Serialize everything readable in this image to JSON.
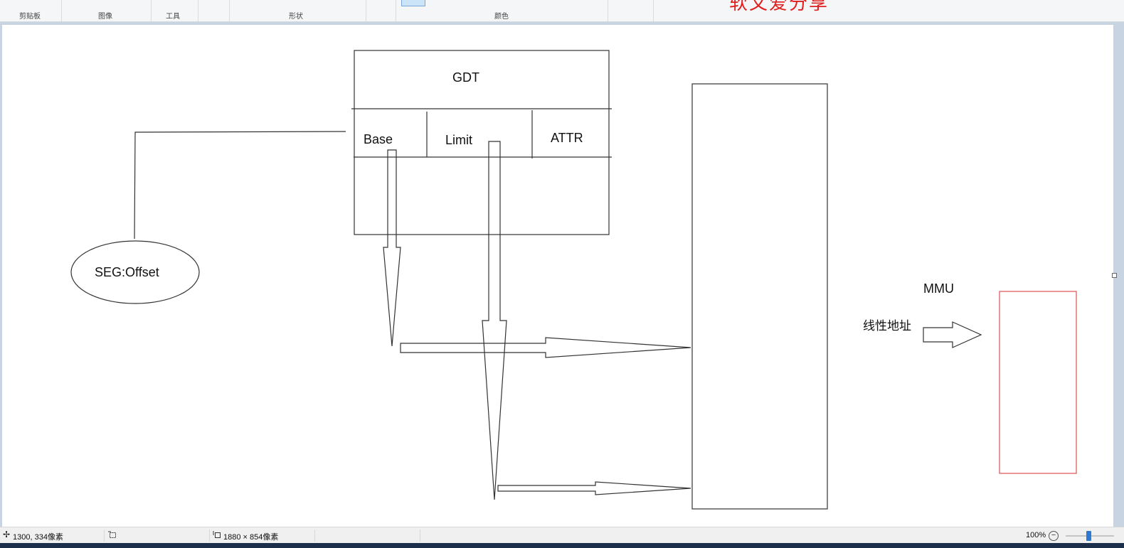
{
  "ribbon": {
    "groups": [
      "剪贴板",
      "图像",
      "工具",
      "形状",
      "颜色"
    ],
    "watermark": "软文爱分享"
  },
  "diagram": {
    "gdt_title": "GDT",
    "fields": [
      "Base",
      "Limit",
      "ATTR"
    ],
    "selector": "SEG:Offset",
    "mmu": "MMU",
    "linear_address": "线性地址"
  },
  "colors": {
    "line": "#333333",
    "page_box": "#e05050",
    "watermark": "#e02020",
    "zoom_thumb": "#2d7bd0"
  },
  "status": {
    "cursor_position": "1300, 334像素",
    "image_size": "1880 × 854像素",
    "zoom": "100%"
  },
  "icons": {
    "cursor": "crosshair-move-icon",
    "selection": "selection-size-icon",
    "image_size": "image-size-icon",
    "zoom_out": "zoom-out-icon"
  }
}
